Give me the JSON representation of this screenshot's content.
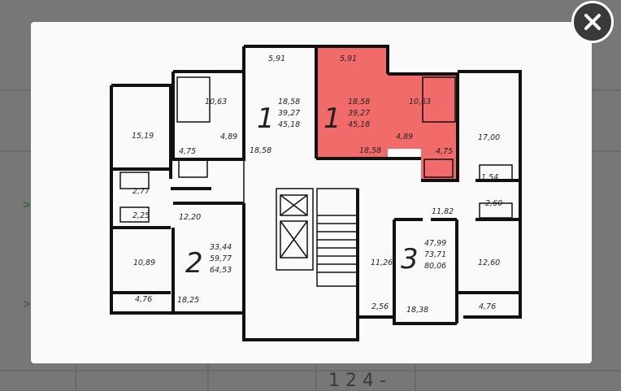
{
  "background": {
    "row_text": "1 2 4 -",
    "left_markers": [
      ">",
      ">"
    ]
  },
  "close_button": {
    "symbol": "×"
  },
  "plan": {
    "top_labels": [
      "5,91",
      "5,91"
    ],
    "apartment_numbers": [
      "1",
      "1",
      "2",
      "3"
    ],
    "areas": [
      "10,63",
      "18,58",
      "39,27",
      "45,18",
      "4,89",
      "4,75",
      "18,58",
      "18,58",
      "39,27",
      "45,18",
      "10,63",
      "4,89",
      "4,75",
      "18,58",
      "15,19",
      "2,77",
      "2,25",
      "12,20",
      "33,44",
      "59,77",
      "64,53",
      "10,89",
      "4,76",
      "18,25",
      "17,00",
      "1,54",
      "2,60",
      "11,82",
      "47,99",
      "73,71",
      "80,06",
      "11,26",
      "12,60",
      "2,56",
      "18,38",
      "4,76"
    ],
    "highlight_color": "#f26b6b"
  }
}
